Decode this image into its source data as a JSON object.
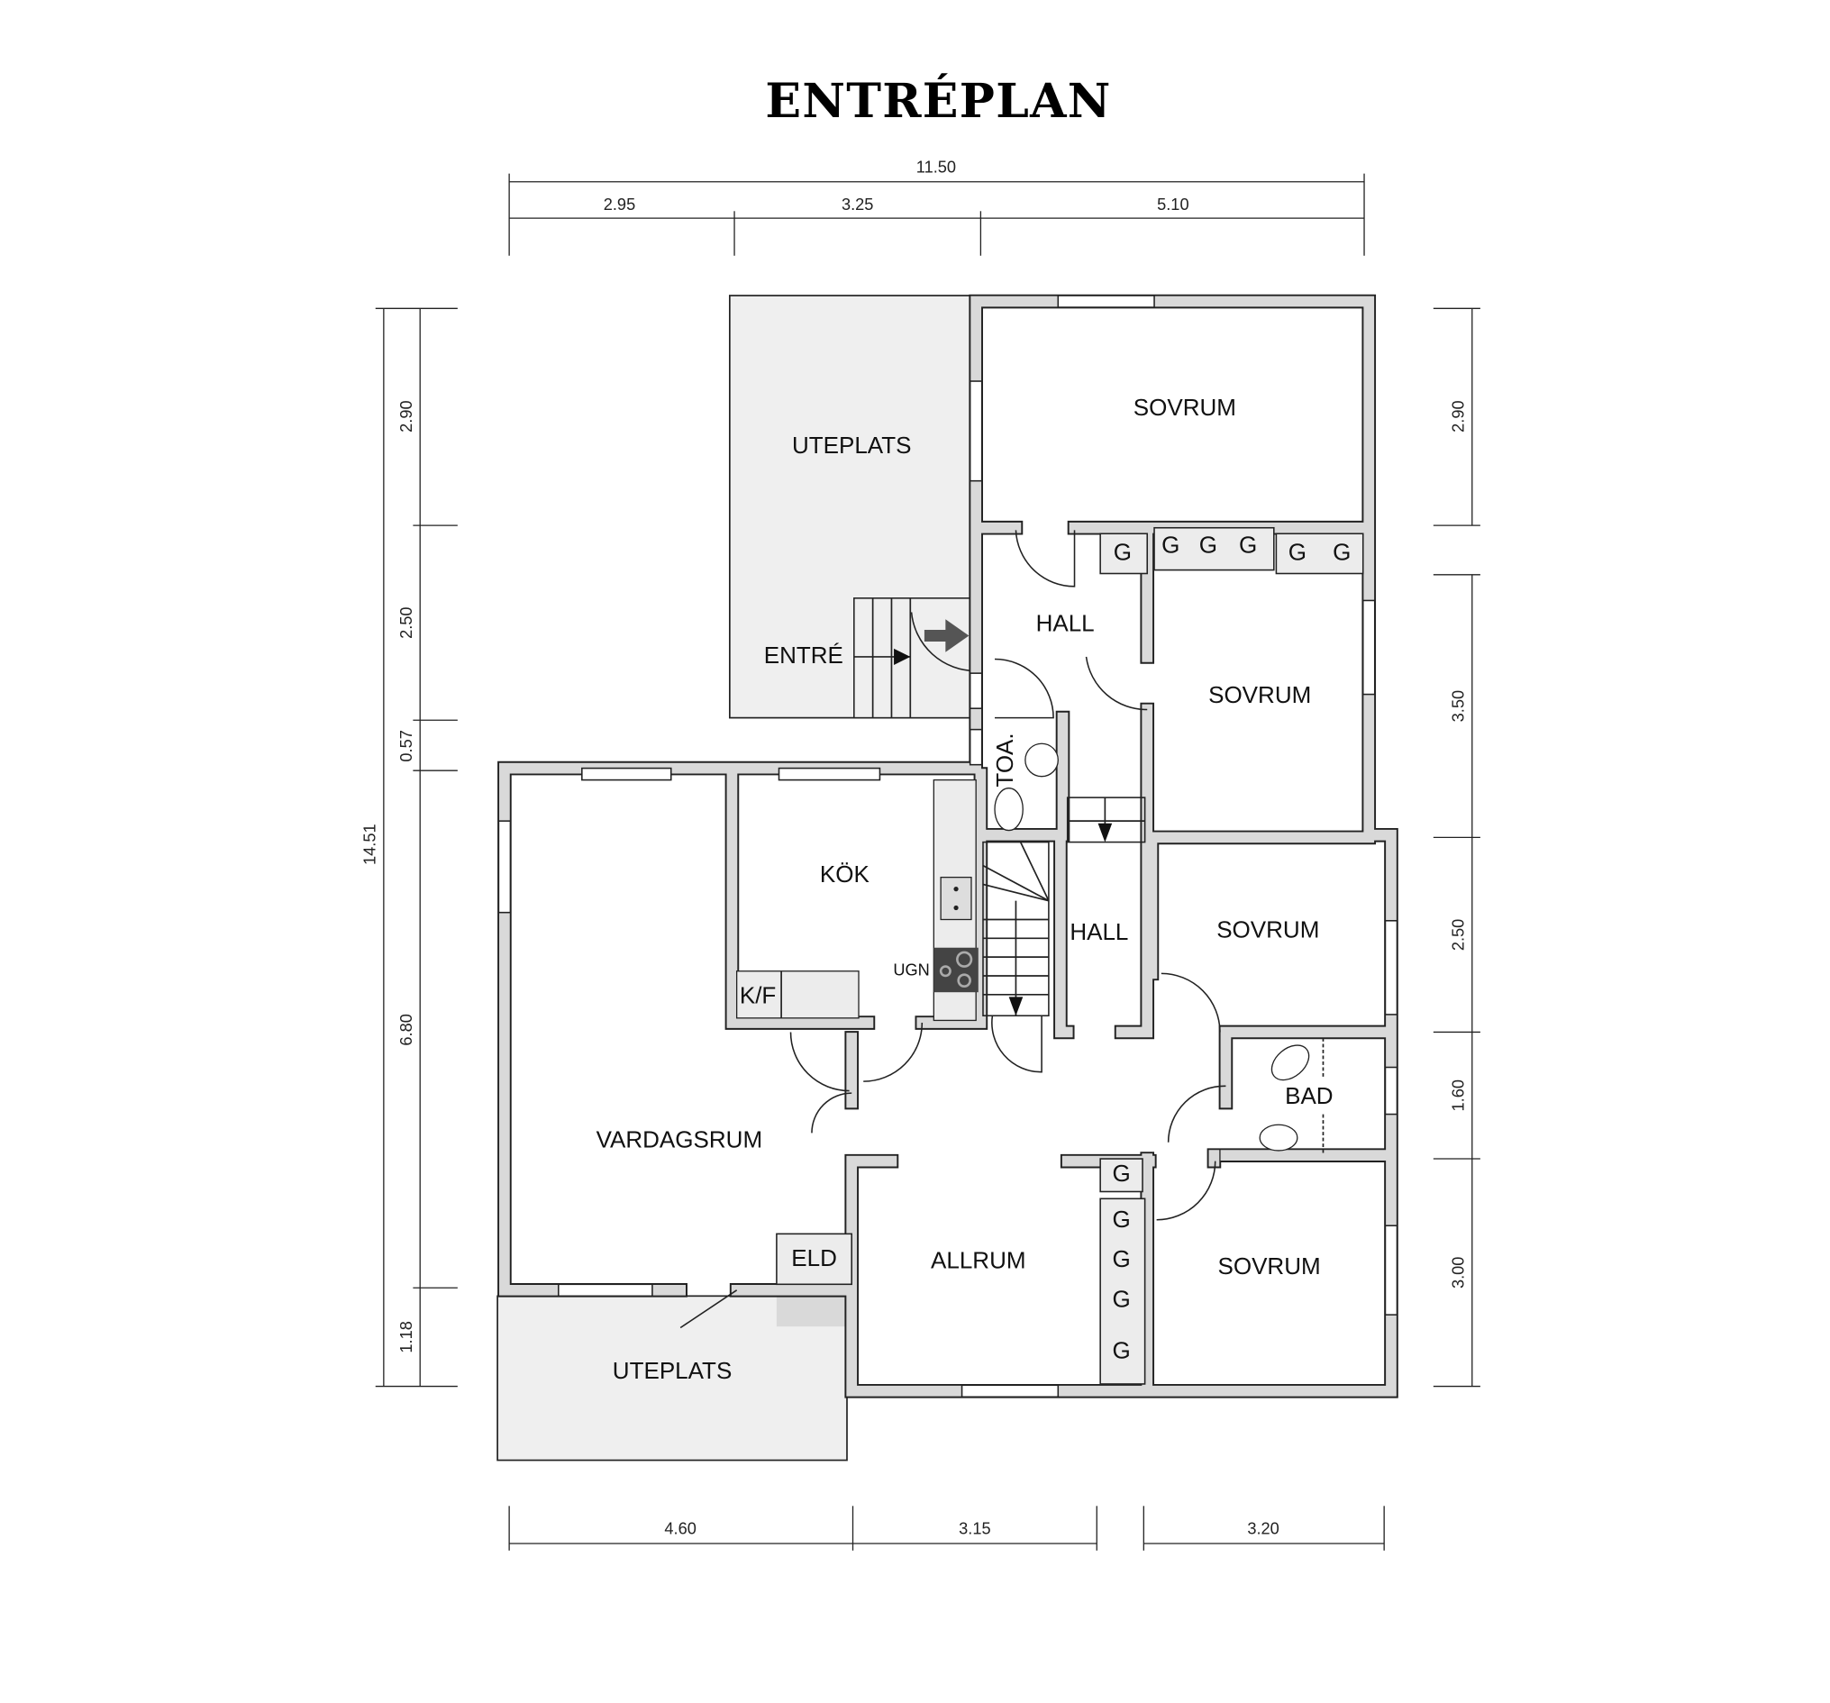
{
  "title": "ENTRÉPLAN",
  "rooms": {
    "uteplats_top": "UTEPLATS",
    "entre": "ENTRÉ",
    "sovrum1": "SOVRUM",
    "hall1": "HALL",
    "sovrum2": "SOVRUM",
    "toa": "TOA.",
    "kok": "KÖK",
    "ugn": "UGN",
    "kf": "K/F",
    "hall2": "HALL",
    "sovrum3": "SOVRUM",
    "bad": "BAD",
    "vardagsrum": "VARDAGSRUM",
    "eld": "ELD",
    "allrum": "ALLRUM",
    "sovrum4": "SOVRUM",
    "uteplats_bottom": "UTEPLATS",
    "closet": "G"
  },
  "dimensions": {
    "top_total": "11.50",
    "top": [
      "2.95",
      "3.25",
      "5.10"
    ],
    "left_total": "14.51",
    "left": [
      "2.90",
      "2.50",
      "0.57",
      "6.80",
      "1.18"
    ],
    "right": [
      "2.90",
      "3.50",
      "2.50",
      "1.60",
      "3.00"
    ],
    "bottom": [
      "4.60",
      "3.15",
      "3.20"
    ]
  }
}
